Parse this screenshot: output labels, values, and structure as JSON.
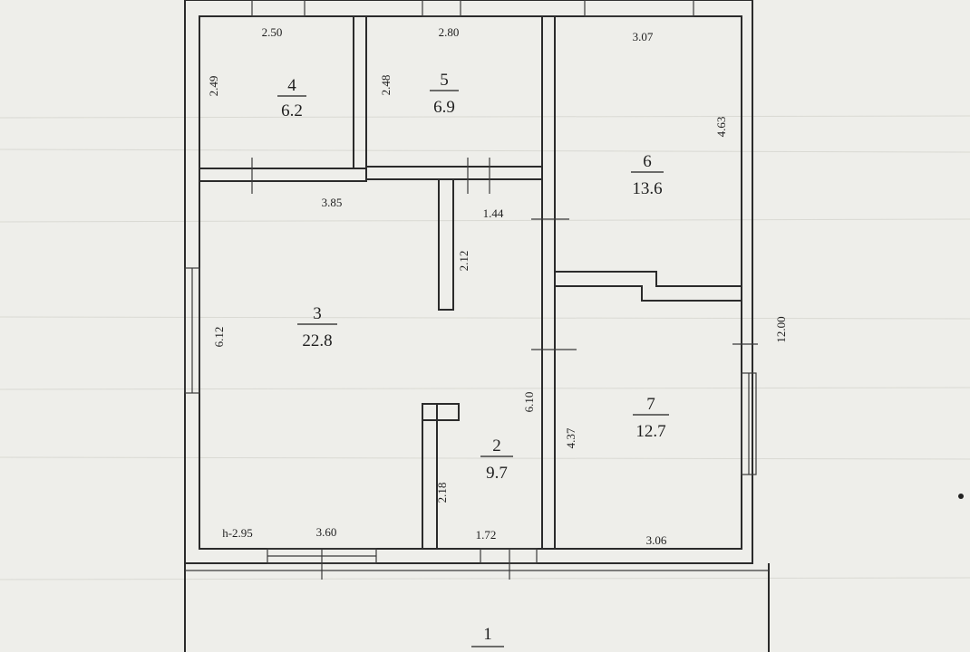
{
  "rooms": [
    {
      "number": "1",
      "area": ""
    },
    {
      "number": "2",
      "area": "9.7"
    },
    {
      "number": "3",
      "area": "22.8"
    },
    {
      "number": "4",
      "area": "6.2"
    },
    {
      "number": "5",
      "area": "6.9"
    },
    {
      "number": "6",
      "area": "13.6"
    },
    {
      "number": "7",
      "area": "12.7"
    }
  ],
  "dimensions": {
    "r4_width": "2.50",
    "r4_height": "2.49",
    "r5_width": "2.80",
    "r5_height": "2.48",
    "r6_width": "3.07",
    "r6_height": "4.63",
    "r3_width_top": "3.85",
    "r3_width_bottom": "3.60",
    "r3_height": "6.12",
    "corridor_width": "1.44",
    "corridor_upper_height": "2.12",
    "corridor_lower_height": "2.18",
    "r2_width": "1.72",
    "r2_height": "6.10",
    "r7_width": "3.06",
    "r7_height": "4.37",
    "overall_height": "12.00"
  },
  "ceiling_height": "h-2.95"
}
